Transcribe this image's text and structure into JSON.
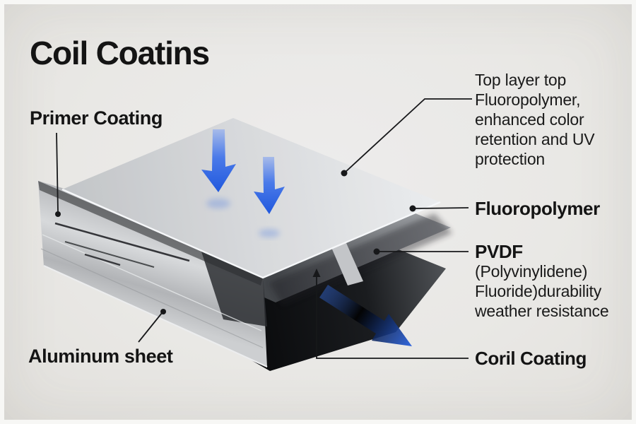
{
  "title": "Coil Coatins",
  "annotations": {
    "primer": {
      "label": "Primer Coating"
    },
    "aluminum": {
      "label": "Aluminum sheet"
    },
    "top_layer": {
      "lines": [
        "Top layer top",
        "Fluoropolymer,",
        "enhanced color",
        "retention and UV",
        "protection"
      ]
    },
    "fluoropolymer": {
      "label": "Fluoropolymer"
    },
    "pvdf": {
      "heading": "PVDF",
      "lines": [
        "(Polyvinylidene)",
        "Fluoride)durability",
        "weather resistance"
      ]
    },
    "coil": {
      "label": "Coril Coating"
    }
  },
  "colors": {
    "background": "#e9e8e5",
    "frame": "#f7f7f5",
    "text": "#141414",
    "leader_line": "#17181a",
    "accent_blue": "#2e63e0",
    "sheet_light": "#d9dbdd",
    "sheet_mid_gray": "#7c7f83",
    "sheet_dark": "#2a2c2f",
    "aluminum_metal": "#c2c4c6",
    "shadow_black": "#0c0d0f"
  }
}
